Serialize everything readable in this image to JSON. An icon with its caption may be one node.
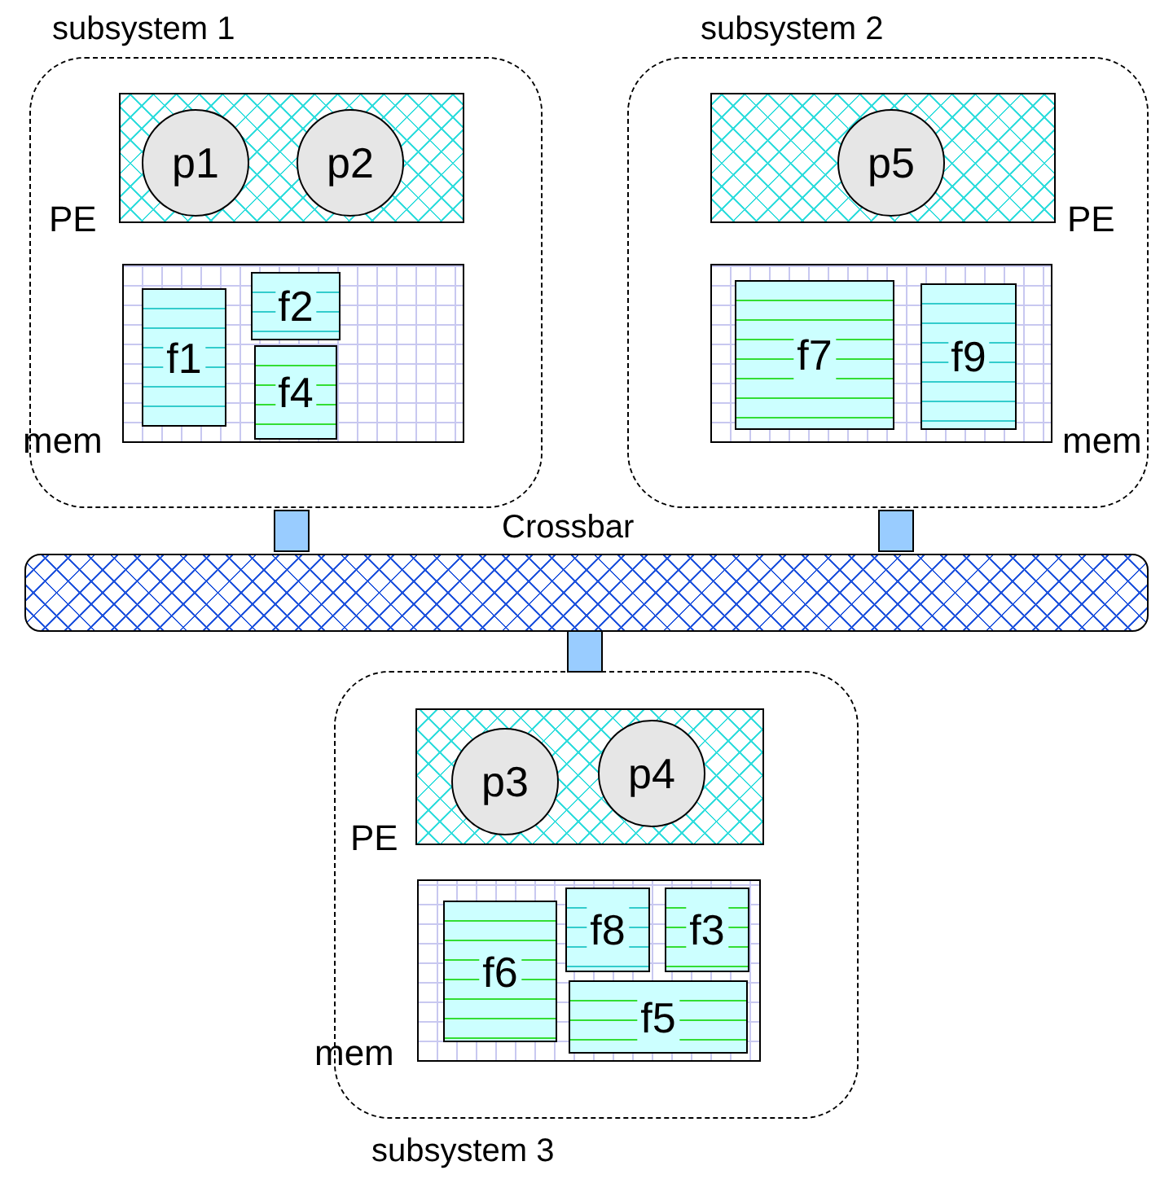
{
  "diagram": {
    "nodes": [
      {
        "text": [
          "subsystem 1"
        ]
      },
      {
        "text": [
          "PE"
        ],
        "in": 0
      },
      {
        "text": [
          "p1"
        ],
        "in": 1
      },
      {
        "text": [
          "p2"
        ],
        "in": 1
      },
      {
        "text": [
          "mem"
        ],
        "in": 0
      },
      {
        "text": [
          "f1"
        ],
        "in": 4
      },
      {
        "text": [
          "f2"
        ],
        "in": 4
      },
      {
        "text": [
          "f4"
        ],
        "in": 4
      },
      {
        "text": [
          "subsystem 2"
        ]
      },
      {
        "text": [
          "PE"
        ],
        "in": 8
      },
      {
        "text": [
          "p5"
        ],
        "in": 9
      },
      {
        "text": [
          "mem"
        ],
        "in": 8
      },
      {
        "text": [
          "f7"
        ],
        "in": 11
      },
      {
        "text": [
          "f9"
        ],
        "in": 11
      },
      {
        "text": [],
        "shape": "box"
      },
      {
        "text": [
          "Crossbar"
        ]
      },
      {
        "text": [],
        "shape": "box"
      },
      {
        "text": [],
        "shape": "box"
      },
      {
        "text": [
          "subsystem 3"
        ]
      },
      {
        "text": [
          "PE"
        ],
        "in": 18
      },
      {
        "text": [
          "p3"
        ],
        "in": 19
      },
      {
        "text": [
          "p4"
        ],
        "in": 19
      },
      {
        "text": [
          "mem"
        ],
        "in": 18
      },
      {
        "text": [
          "f6"
        ],
        "in": 22
      },
      {
        "text": [
          "f8"
        ],
        "in": 22
      },
      {
        "text": [
          "f3"
        ],
        "in": 22
      },
      {
        "text": [
          "f5"
        ],
        "in": 22
      }
    ]
  }
}
